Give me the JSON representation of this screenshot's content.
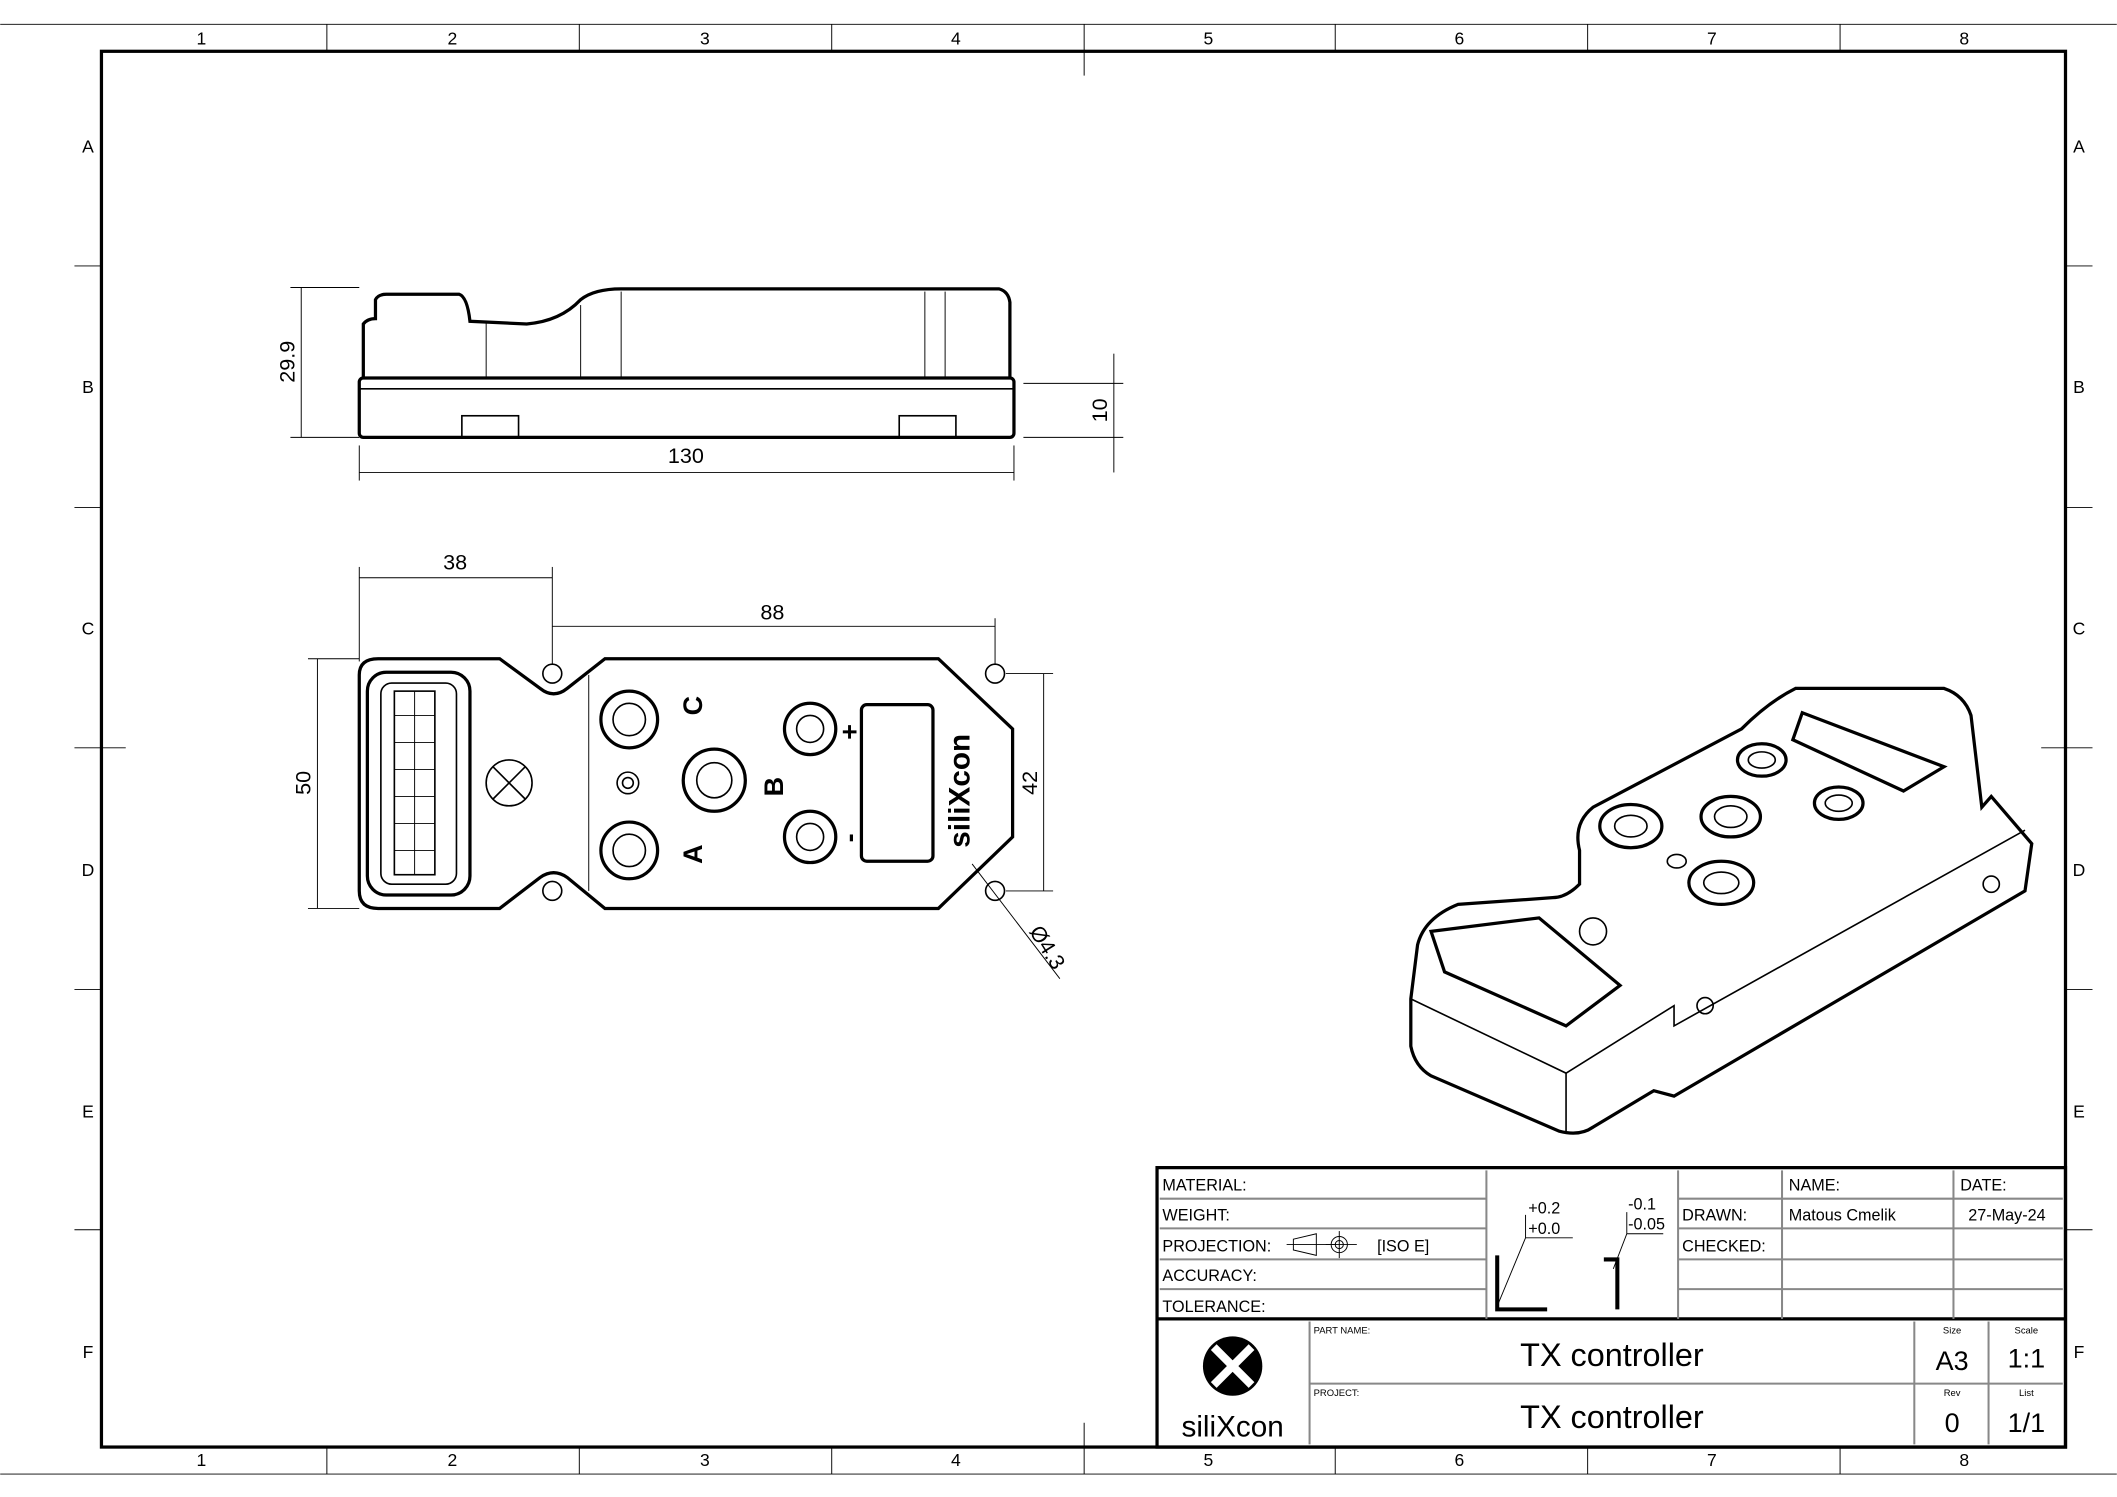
{
  "zones": {
    "columns": [
      "1",
      "2",
      "3",
      "4",
      "5",
      "6",
      "7",
      "8"
    ],
    "rows": [
      "A",
      "B",
      "C",
      "D",
      "E",
      "F"
    ]
  },
  "dimensions": {
    "side_height": "29.9",
    "side_length": "130",
    "base_height": "10",
    "top_offset": "38",
    "hole_spacing": "88",
    "width": "50",
    "hole_width": "42",
    "hole_diameter": "Ø4.3"
  },
  "markings": {
    "a": "A",
    "b": "B",
    "c": "C",
    "plus": "+",
    "minus": "-",
    "brand": "siliXcon"
  },
  "title_block": {
    "material_label": "MATERIAL:",
    "weight_label": "WEIGHT:",
    "projection_label": "PROJECTION:",
    "projection_value": "[ISO E]",
    "accuracy_label": "ACCURACY:",
    "tolerance_label": "TOLERANCE:",
    "tol_upper_1": "+0.2",
    "tol_lower_1": "+0.0",
    "tol_upper_2": "-0.1",
    "tol_lower_2": "-0.05",
    "name_label": "NAME:",
    "date_label": "DATE:",
    "drawn_label": "DRAWN:",
    "drawn_name": "Matous Cmelik",
    "drawn_date": "27-May-24",
    "checked_label": "CHECKED:",
    "logo_text": "siliXcon",
    "part_name_label": "PART NAME:",
    "part_name": "TX controller",
    "project_label": "PROJECT:",
    "project": "TX controller",
    "size_label": "Size",
    "size": "A3",
    "scale_label": "Scale",
    "scale": "1:1",
    "rev_label": "Rev",
    "rev": "0",
    "list_label": "List",
    "list": "1/1"
  }
}
